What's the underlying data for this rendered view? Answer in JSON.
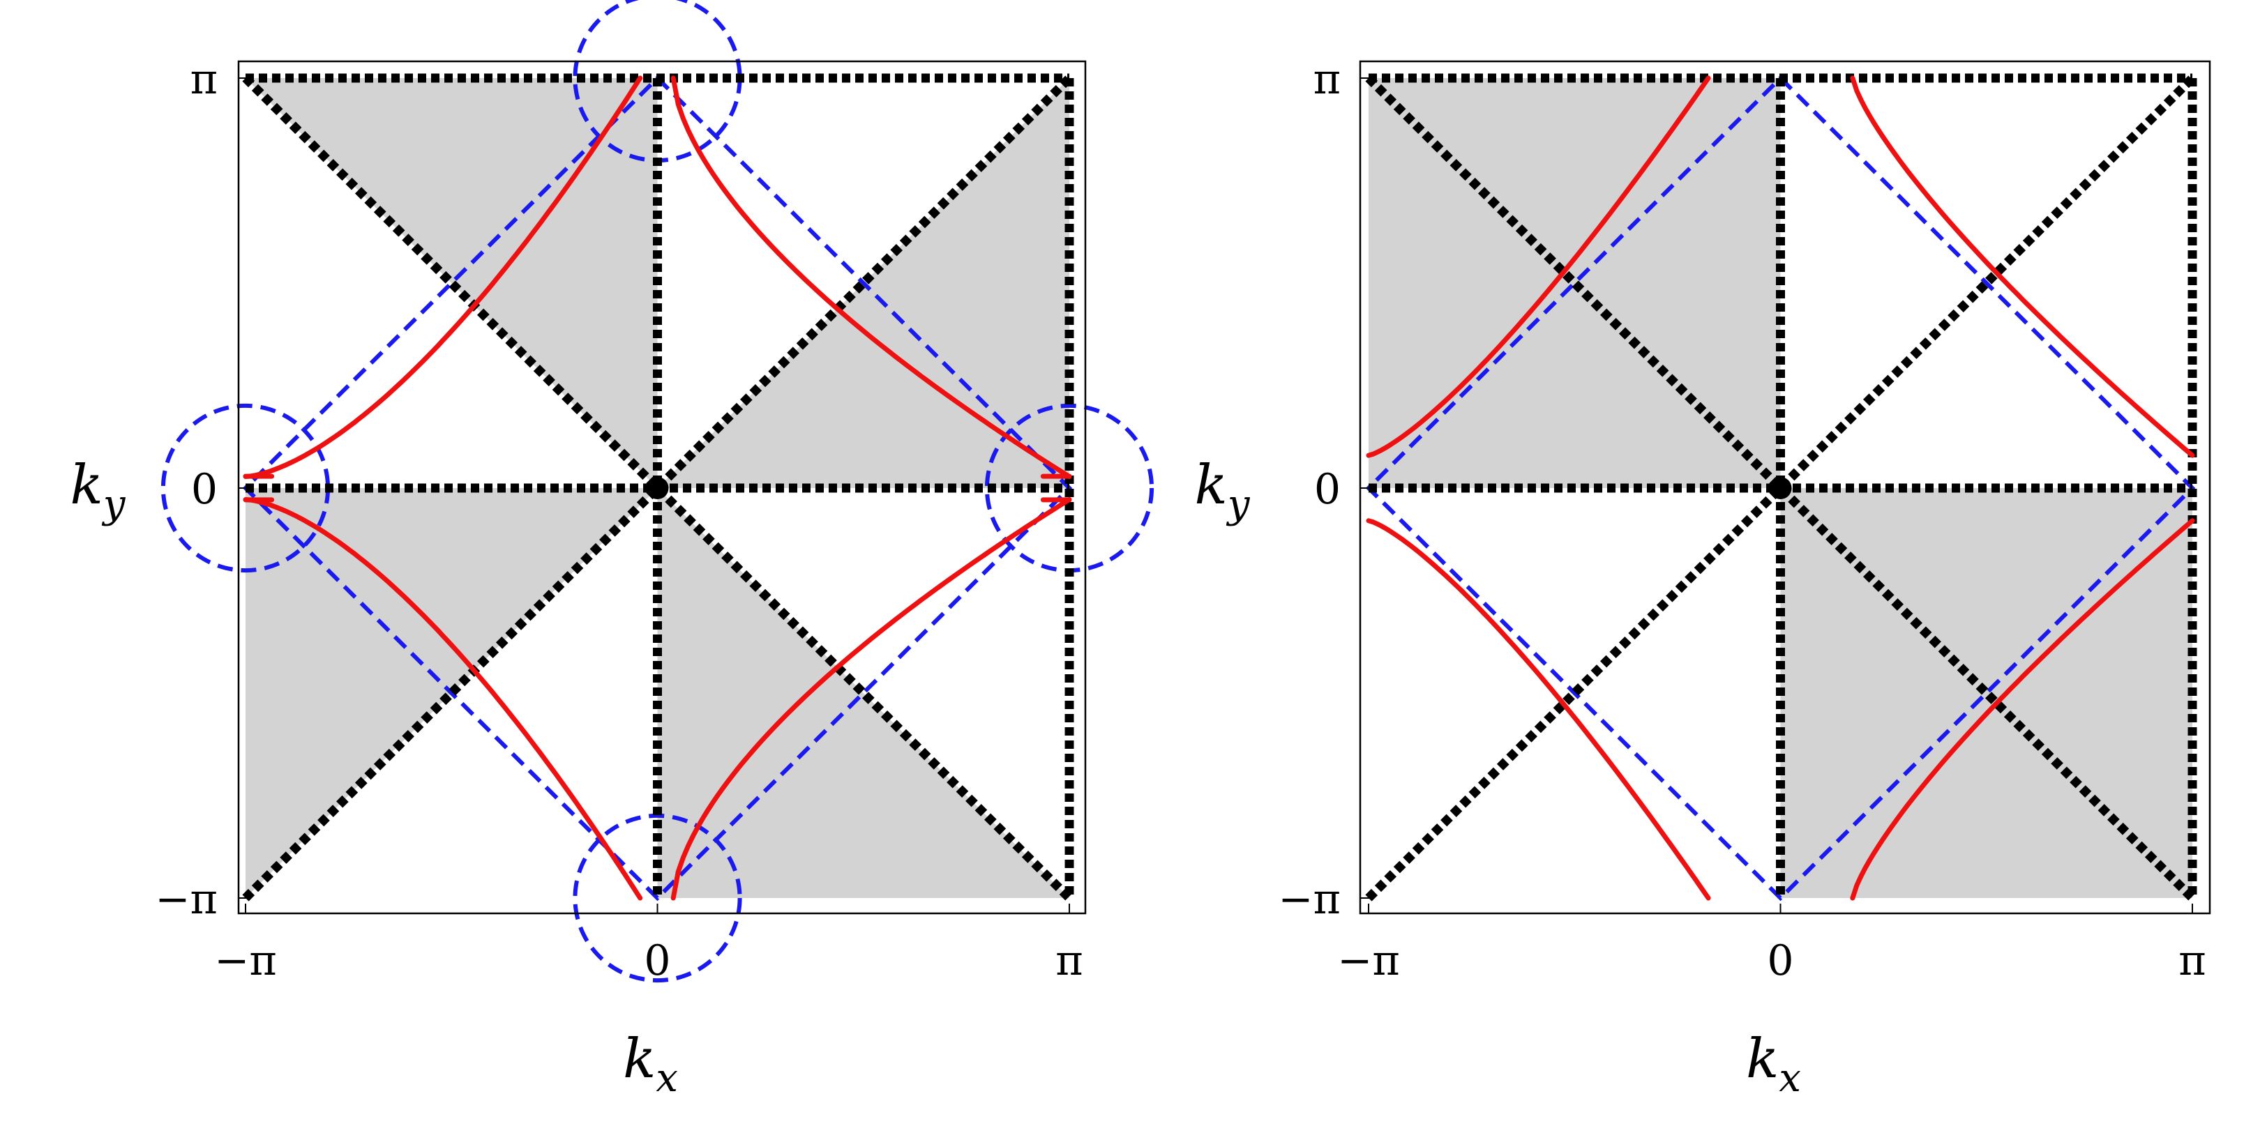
{
  "panels": [
    {
      "id": "left",
      "xlabel": "k",
      "xlabel_sub": "x",
      "ylabel": "k",
      "ylabel_sub": "y",
      "x_ticks": [
        "−π",
        "0",
        "π"
      ],
      "y_ticks": [
        "−π",
        "0",
        "π"
      ],
      "x_range": [
        "-pi",
        "pi"
      ],
      "y_range": [
        "-pi",
        "pi"
      ],
      "shaded_regions": "grey triangles",
      "dashed_blue_circles_at": [
        [
          "0",
          "pi"
        ],
        [
          "0",
          "-pi"
        ],
        [
          "-pi",
          "0"
        ],
        [
          "pi",
          "0"
        ]
      ]
    },
    {
      "id": "right",
      "xlabel": "k",
      "xlabel_sub": "x",
      "ylabel": "k",
      "ylabel_sub": "y",
      "x_ticks": [
        "−π",
        "0",
        "π"
      ],
      "y_ticks": [
        "−π",
        "0",
        "π"
      ],
      "x_range": [
        "-pi",
        "pi"
      ],
      "y_range": [
        "-pi",
        "pi"
      ],
      "shaded_regions": "grey triangles"
    }
  ],
  "colors": {
    "shade": "#d3d3d3",
    "red_curve": "#ee1111",
    "blue_dashed": "#1a1aee",
    "black_dotted": "#000000"
  }
}
